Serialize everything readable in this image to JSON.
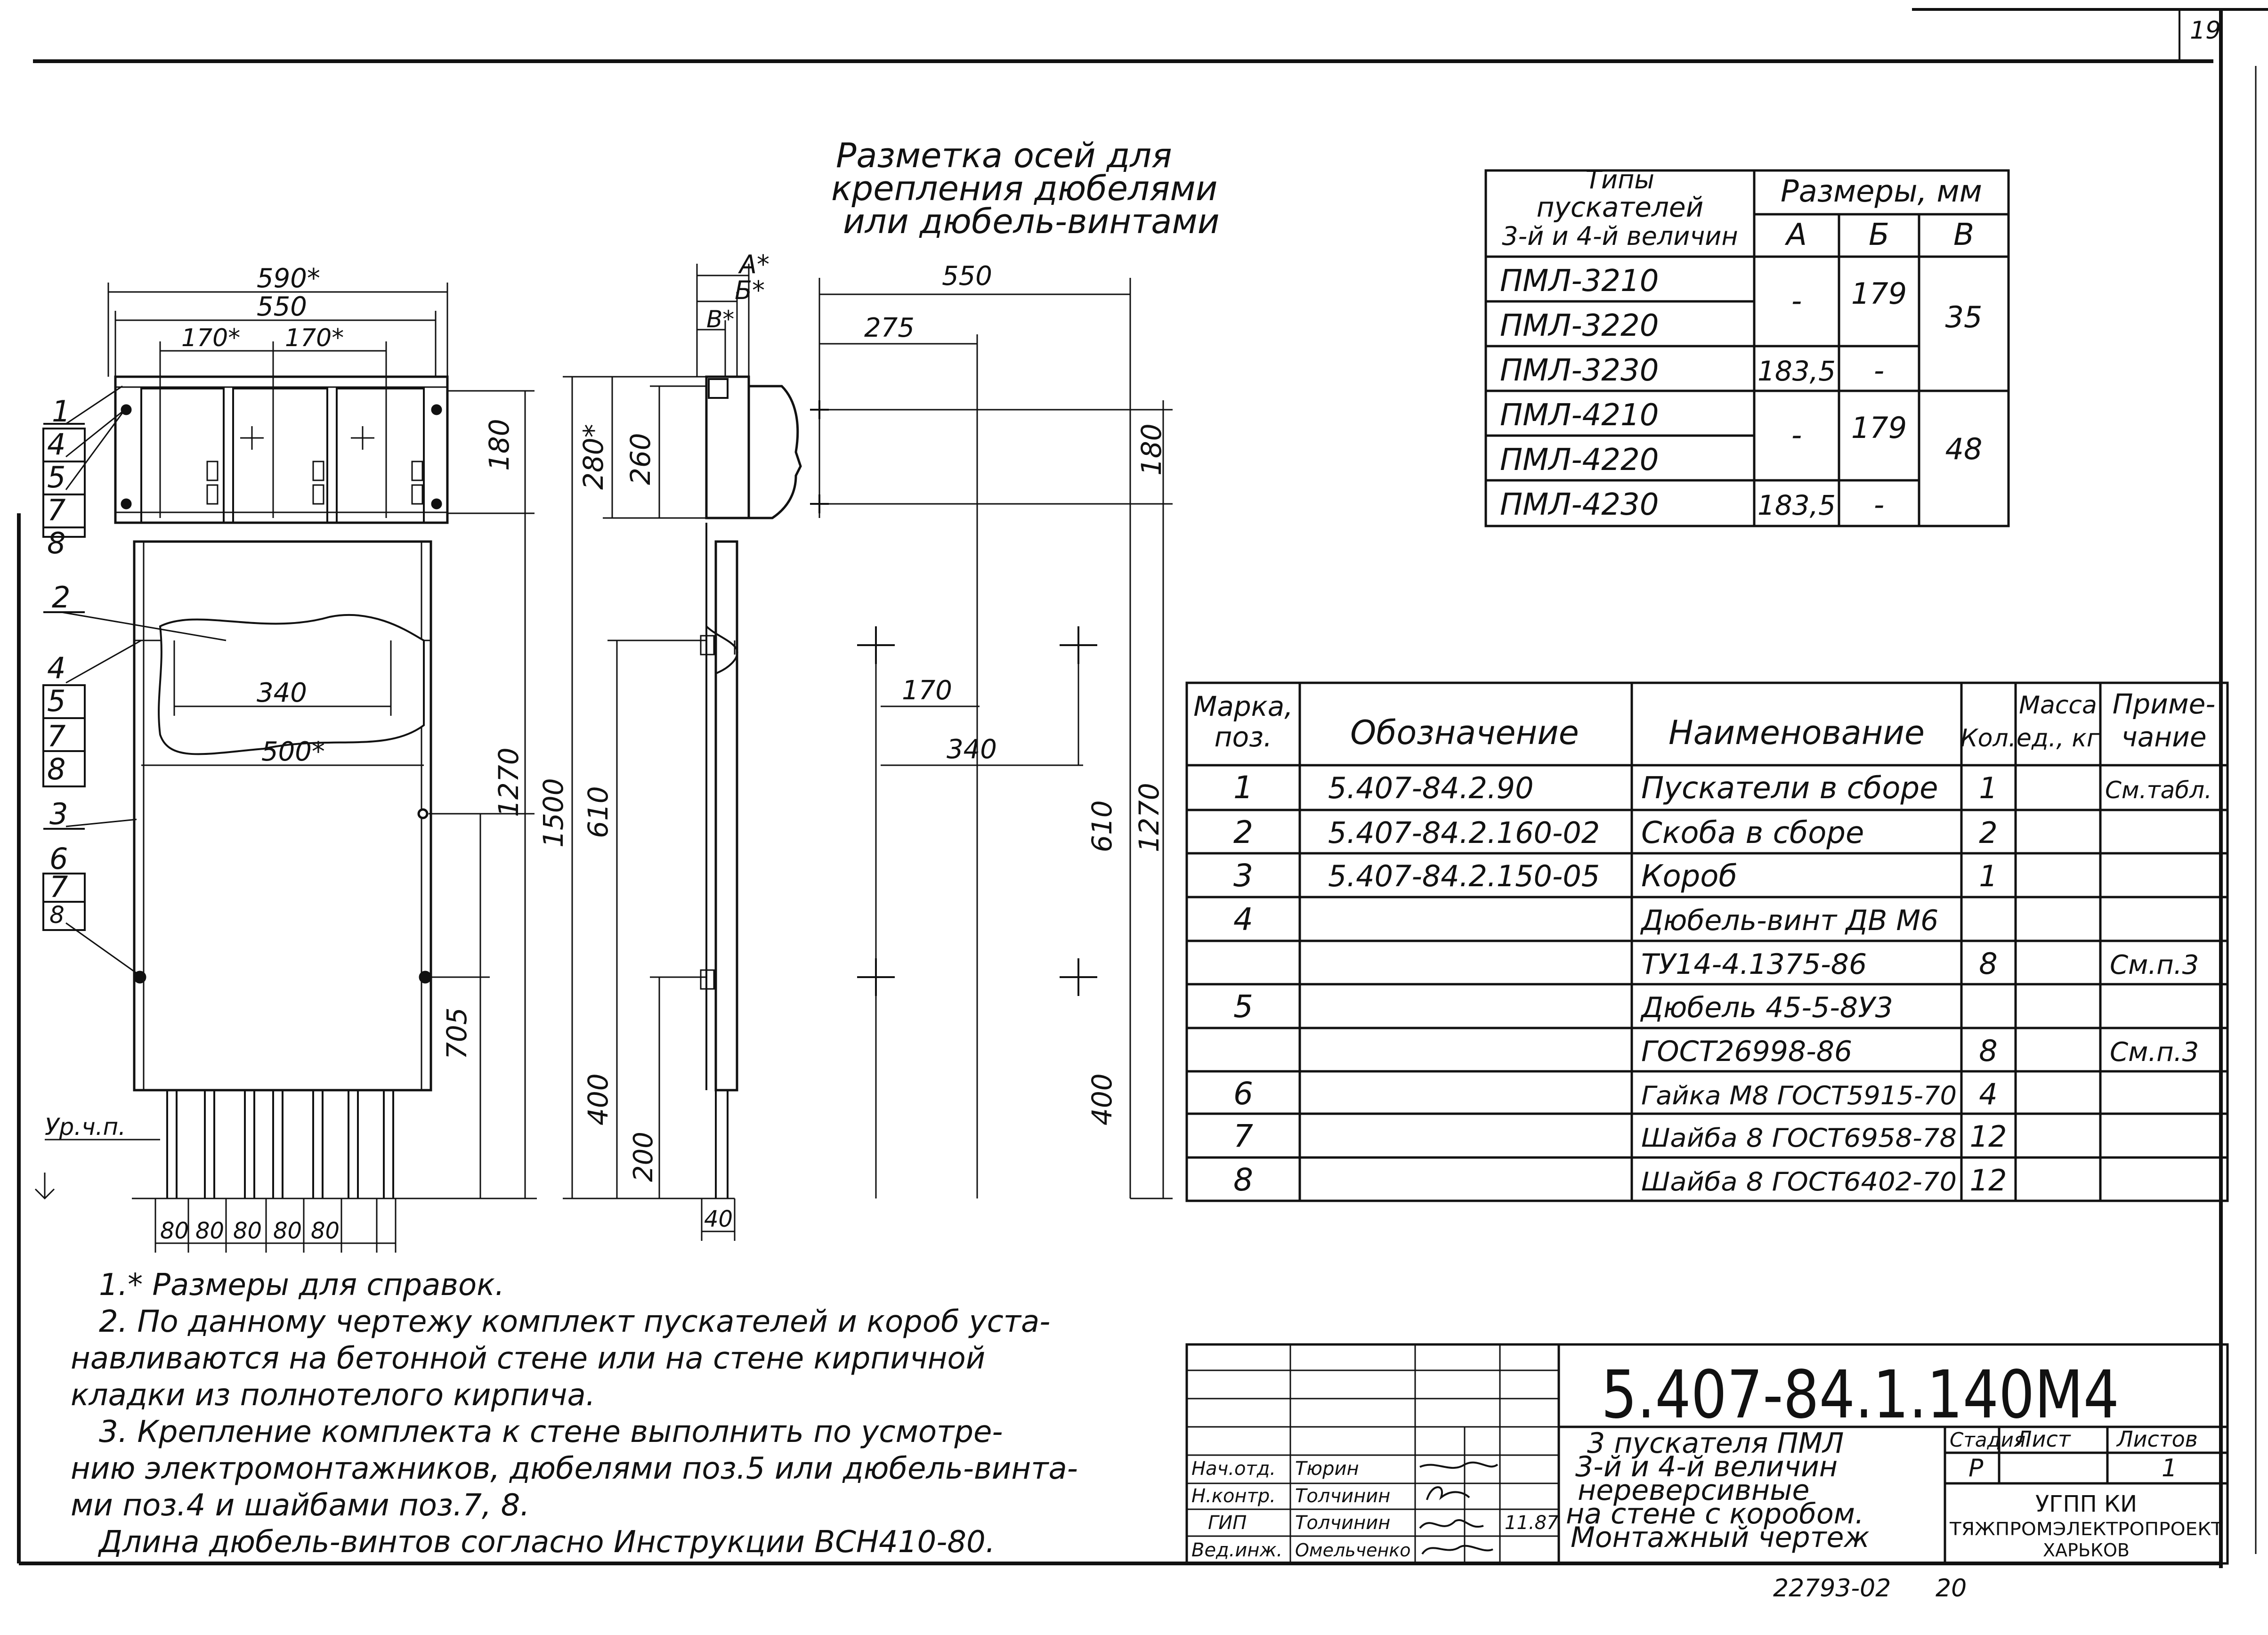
{
  "sheet_number": "19",
  "marking_title": [
    "Разметка осей для",
    "крепления дюбелями",
    "или дюбель-винтами"
  ],
  "dims": {
    "d590": "590*",
    "d550": "550",
    "d170a": "170*",
    "d170b": "170*",
    "d180": "180",
    "d280": "280*",
    "d260": "260",
    "d1270": "1270",
    "d1500": "1500",
    "d610": "610",
    "d705": "705",
    "d400": "400",
    "d200": "200",
    "d340": "340",
    "d500": "500*",
    "d80": "80",
    "d40": "40",
    "dA": "A*",
    "dB": "Б*",
    "dV": "В*",
    "d275": "275",
    "d170": "170",
    "d550r": "550",
    "d180r": "180",
    "d610r": "610",
    "d1270r": "1270",
    "d400r": "400",
    "d340r": "340",
    "floor": "Ур.ч.п."
  },
  "leaders": [
    "1",
    "4",
    "5",
    "7",
    "8",
    "2",
    "4",
    "5",
    "7",
    "8",
    "3",
    "6",
    "7",
    "8"
  ],
  "types_table": {
    "h_types": [
      "Типы",
      "пускателей",
      "3-й и 4-й величин"
    ],
    "h_sizes": "Размеры, мм",
    "h_a": "А",
    "h_b": "Б",
    "h_v": "В",
    "rows": [
      {
        "name": "ПМЛ-3210"
      },
      {
        "name": "ПМЛ-3220"
      },
      {
        "name": "ПМЛ-3230"
      },
      {
        "name": "ПМЛ-4210"
      },
      {
        "name": "ПМЛ-4220"
      },
      {
        "name": "ПМЛ-4230"
      }
    ],
    "vals": {
      "dash1": "-",
      "b1": "179",
      "v1": "35",
      "a3": "183,5",
      "dash3": "-",
      "dash4": "-",
      "b2": "179",
      "v2": "48",
      "a6": "183,5",
      "dash6": "-"
    }
  },
  "spec_table": {
    "headers": {
      "mark": [
        "Марка,",
        "поз."
      ],
      "designation": "Обозначение",
      "name": "Наименование",
      "qty": "Кол.",
      "mass": [
        "Масса",
        "ед., кг"
      ],
      "note": [
        "Приме-",
        "чание"
      ]
    },
    "rows": [
      {
        "pos": "1",
        "designation": "5.407-84.2.90",
        "name": "Пускатели в сборе",
        "qty": "1",
        "note": "См.табл."
      },
      {
        "pos": "2",
        "designation": "5.407-84.2.160-02",
        "name": "Скоба в сборе",
        "qty": "2",
        "note": ""
      },
      {
        "pos": "3",
        "designation": "5.407-84.2.150-05",
        "name": "Короб",
        "qty": "1",
        "note": ""
      },
      {
        "pos": "4",
        "designation": "",
        "name": "Дюбель-винт ДВ М6",
        "qty": "",
        "note": ""
      },
      {
        "pos": "",
        "designation": "",
        "name": "ТУ14-4.1375-86",
        "qty": "8",
        "note": "См.п.3"
      },
      {
        "pos": "5",
        "designation": "",
        "name": "Дюбель 45-5-8У3",
        "qty": "",
        "note": ""
      },
      {
        "pos": "",
        "designation": "",
        "name": "ГОСТ26998-86",
        "qty": "8",
        "note": "См.п.3"
      },
      {
        "pos": "6",
        "designation": "",
        "name": "Гайка М8 ГОСТ5915-70",
        "qty": "4",
        "note": ""
      },
      {
        "pos": "7",
        "designation": "",
        "name": "Шайба 8 ГОСТ6958-78",
        "qty": "12",
        "note": ""
      },
      {
        "pos": "8",
        "designation": "",
        "name": "Шайба 8 ГОСТ6402-70",
        "qty": "12",
        "note": ""
      }
    ]
  },
  "notes": [
    "1.* Размеры для справок.",
    "2. По данному чертежу комплект пускателей и короб уста-",
    "навливаются на бетонной стене или на стене кирпичной",
    "кладки из полнотелого кирпича.",
    "3. Крепление комплекта к стене выполнить по усмотре-",
    "нию электромонтажников, дюбелями поз.5 или дюбель-винта-",
    "ми поз.4 и шайбами поз.7, 8.",
    "Длина дюбель-винтов согласно Инструкции ВСН410-80."
  ],
  "title_block": {
    "code": "5.407-84.1.140М4",
    "description": [
      "3 пускателя ПМЛ",
      "3-й и 4-й величин",
      "нереверсивные",
      "на стене с коробом.",
      "Монтажный чертеж"
    ],
    "stage_label": "Стадия",
    "sheet_label": "Лист",
    "sheets_label": "Листов",
    "stage": "Р",
    "sheet": "",
    "sheets": "1",
    "org": [
      "УГПП КИ",
      "ТЯЖПРОМЭЛЕКТРОПРОЕКТ",
      "ХАРЬКОВ"
    ],
    "roles": [
      {
        "role": "Нач.отд.",
        "name": "Тюрин"
      },
      {
        "role": "Н.контр.",
        "name": "Толчинин"
      },
      {
        "role": "ГИП",
        "name": "Толчинин"
      },
      {
        "role": "Вед.инж.",
        "name": "Омельченко"
      }
    ],
    "date": "11.87"
  },
  "archive_number": "22793-02",
  "archive_sheet": "20"
}
